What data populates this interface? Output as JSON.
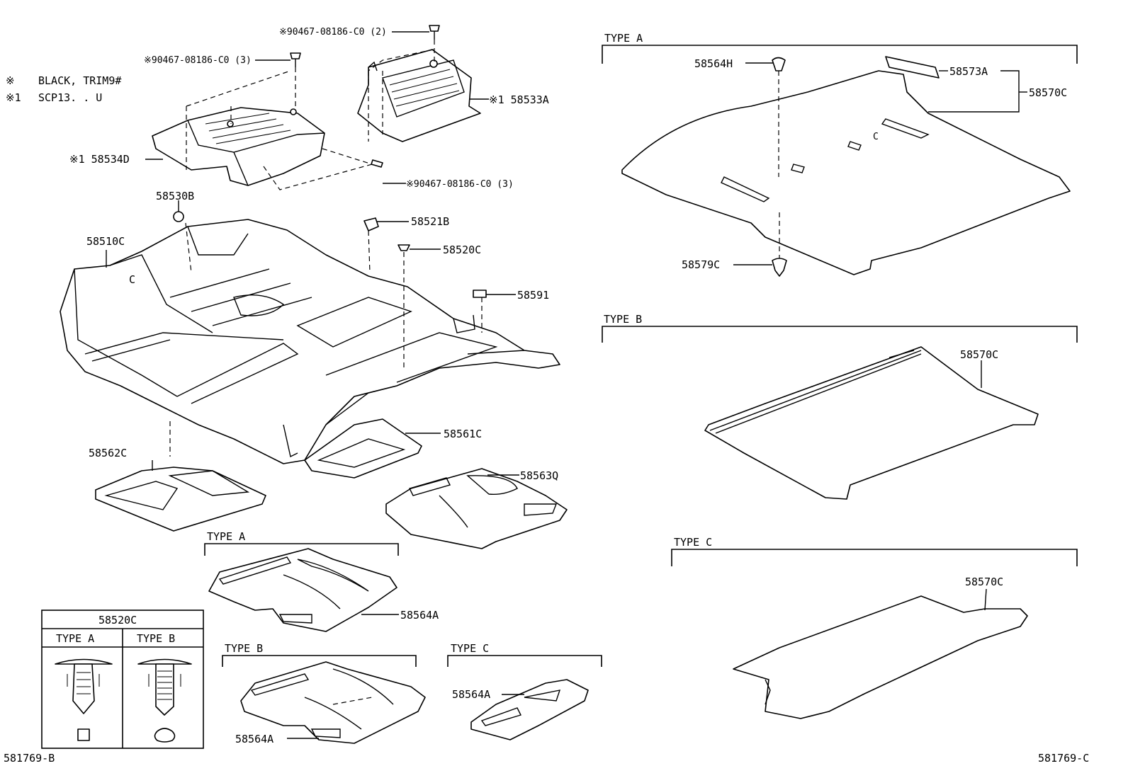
{
  "notes": {
    "mark1_symbol": "※",
    "mark1_text": "BLACK, TRIM9#",
    "mark2_symbol": "※1",
    "mark2_text": "SCP13. . U"
  },
  "diagram_ids": {
    "left": "581769-B",
    "right": "581769-C"
  },
  "parts": {
    "bolt_top": "※90467-08186-C0 (2)",
    "bolt_left": "※90467-08186-C0 (3)",
    "bolt_right": "※90467-08186-C0 (3)",
    "p58533A": "※1 58533A",
    "p58534D": "※1 58534D",
    "p58530B": "58530B",
    "p58510C": "58510C",
    "p58521B": "58521B",
    "p58520C": "58520C",
    "p58591": "58591",
    "p58561C": "58561C",
    "p58562C": "58562C",
    "p58563Q": "58563Q",
    "floor_c": "C",
    "p58564A_a": "58564A",
    "p58564A_b": "58564A",
    "p58564A_c": "58564A"
  },
  "mat_types": {
    "type_a": "TYPE A",
    "type_b": "TYPE B",
    "type_c": "TYPE C"
  },
  "clip_table": {
    "title": "58520C",
    "col_a": "TYPE A",
    "col_b": "TYPE B"
  },
  "cover_panels": {
    "type_a": {
      "heading": "TYPE A",
      "labels": {
        "p58564H": "58564H",
        "p58573A": "58573A",
        "p58570C": "58570C",
        "p58579C": "58579C",
        "mark": "C"
      }
    },
    "type_b": {
      "heading": "TYPE B",
      "labels": {
        "p58570C": "58570C"
      }
    },
    "type_c": {
      "heading": "TYPE C",
      "labels": {
        "p58570C": "58570C"
      }
    }
  }
}
